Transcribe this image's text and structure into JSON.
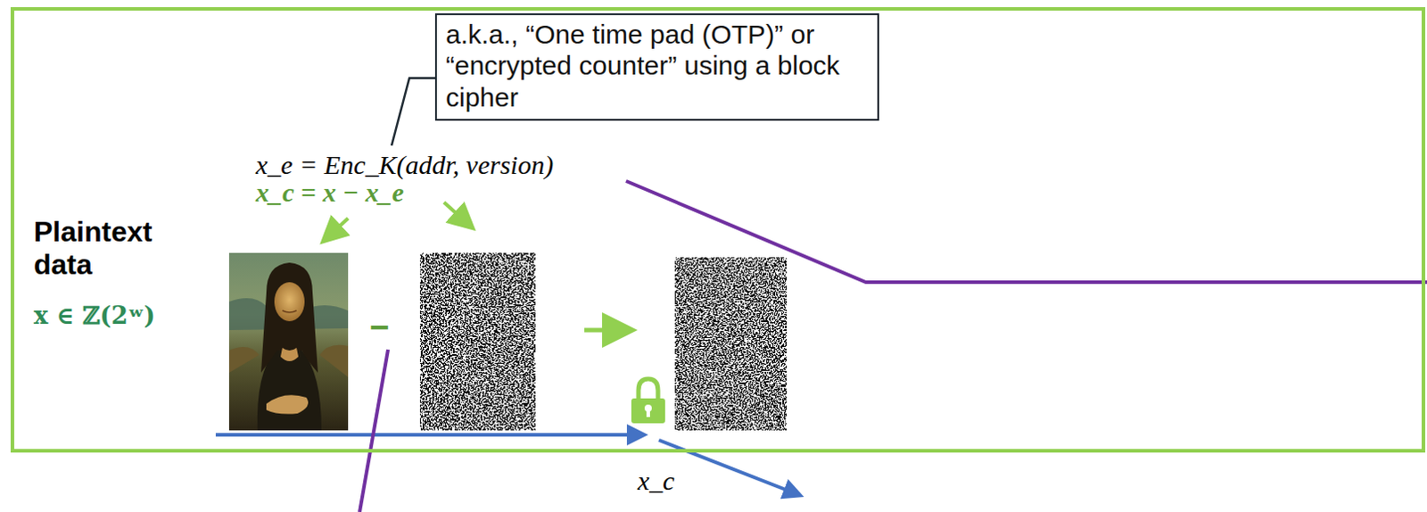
{
  "diagram": {
    "nodes": [
      {
        "text": [
          "x_e = Enc_K(addr, version)",
          "x_c = x − x_e",
          "Plaintext data",
          "x ∈ ℤ(2ʷ)"
        ]
      },
      {
        "text": [
          "a.k.a., “One time pad (OTP)” or “encrypted counter” using a block cipher"
        ],
        "in": 0
      }
    ],
    "labels": [
      "−",
      "x_c"
    ]
  }
}
